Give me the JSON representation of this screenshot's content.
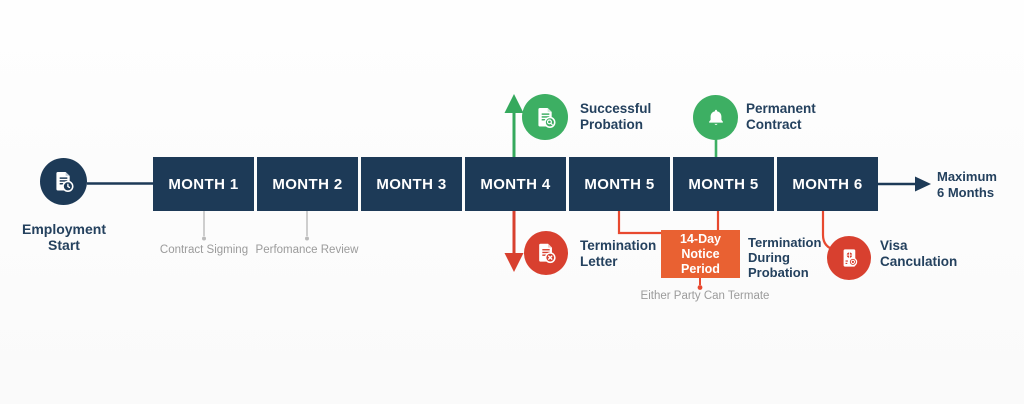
{
  "colors": {
    "navy": "#1d3a57",
    "green": "#3daf63",
    "red": "#d8402f",
    "orange": "#e96132",
    "connector_red": "#e8492f",
    "gray_text": "#9b9b9b",
    "label_navy": "#24415e"
  },
  "start": {
    "label": "Employment\nStart"
  },
  "months": [
    {
      "label": "MONTH 1",
      "note": "Contract Sigming"
    },
    {
      "label": "MONTH 2",
      "note": "Perfomance Review"
    },
    {
      "label": "MONTH 3"
    },
    {
      "label": "MONTH 4"
    },
    {
      "label": "MONTH 5"
    },
    {
      "label": "MONTH 5"
    },
    {
      "label": "MONTH 6"
    }
  ],
  "end_arrow": {
    "label": "Maximum\n6 Months"
  },
  "events": {
    "successful_probation": {
      "label": "Successful\nProbation"
    },
    "permanent_contract": {
      "label": "Permanent\nContract"
    },
    "termination_letter": {
      "label": "Termination\nLetter"
    },
    "notice_period": {
      "label": "14-Day\nNotice Period",
      "note": "Either Party Can Termate"
    },
    "termination_during_probation": {
      "label": "Termination\nDuring\nProbation"
    },
    "visa_cancellation": {
      "label": "Visa\nCanculation"
    }
  }
}
